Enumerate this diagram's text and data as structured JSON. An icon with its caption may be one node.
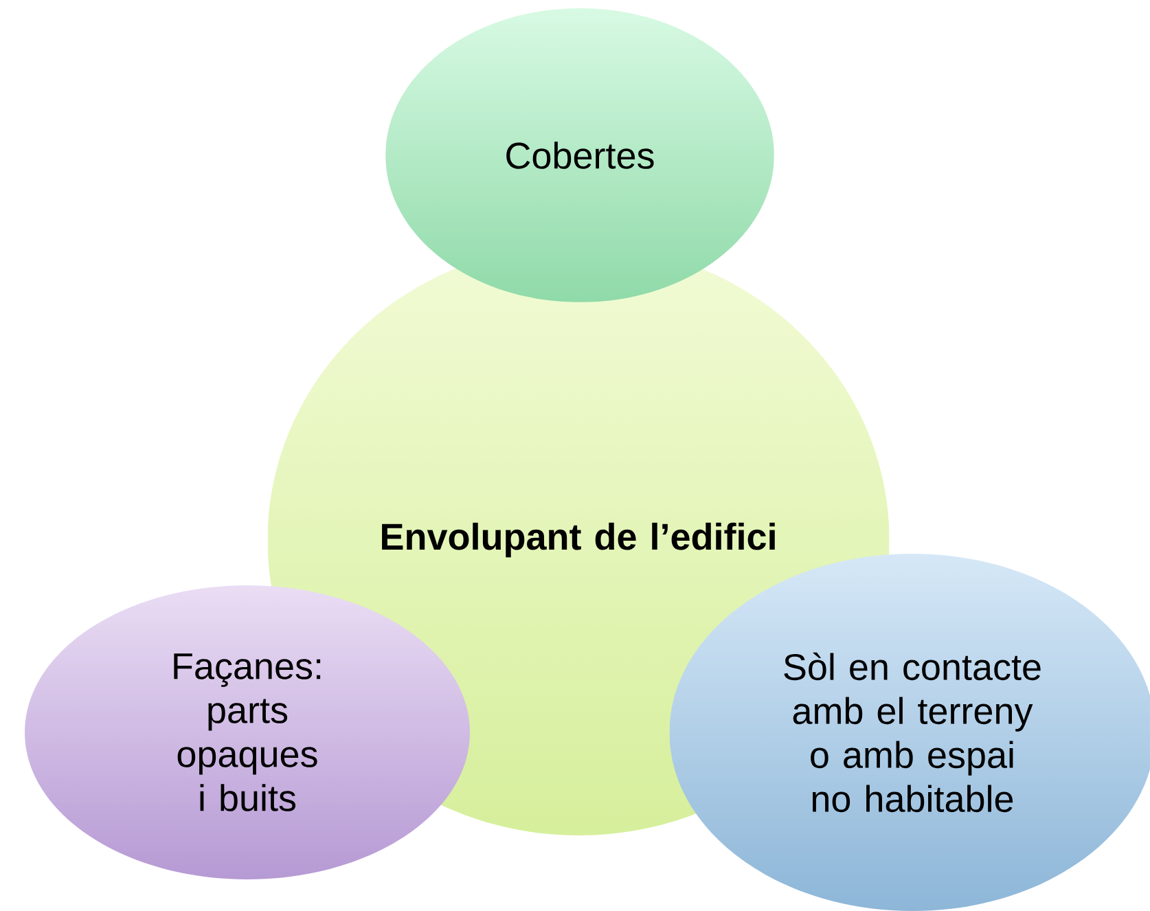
{
  "diagram": {
    "nodes": [
      {
        "text": [
          "Cobertes"
        ]
      },
      {
        "text": [
          "Envolupant de l’edifici"
        ]
      },
      {
        "text": [
          "Façanes: parts opaques i buits"
        ]
      },
      {
        "text": [
          "Sòl en contacte amb el terreny o amb espai no habitable"
        ]
      }
    ]
  }
}
